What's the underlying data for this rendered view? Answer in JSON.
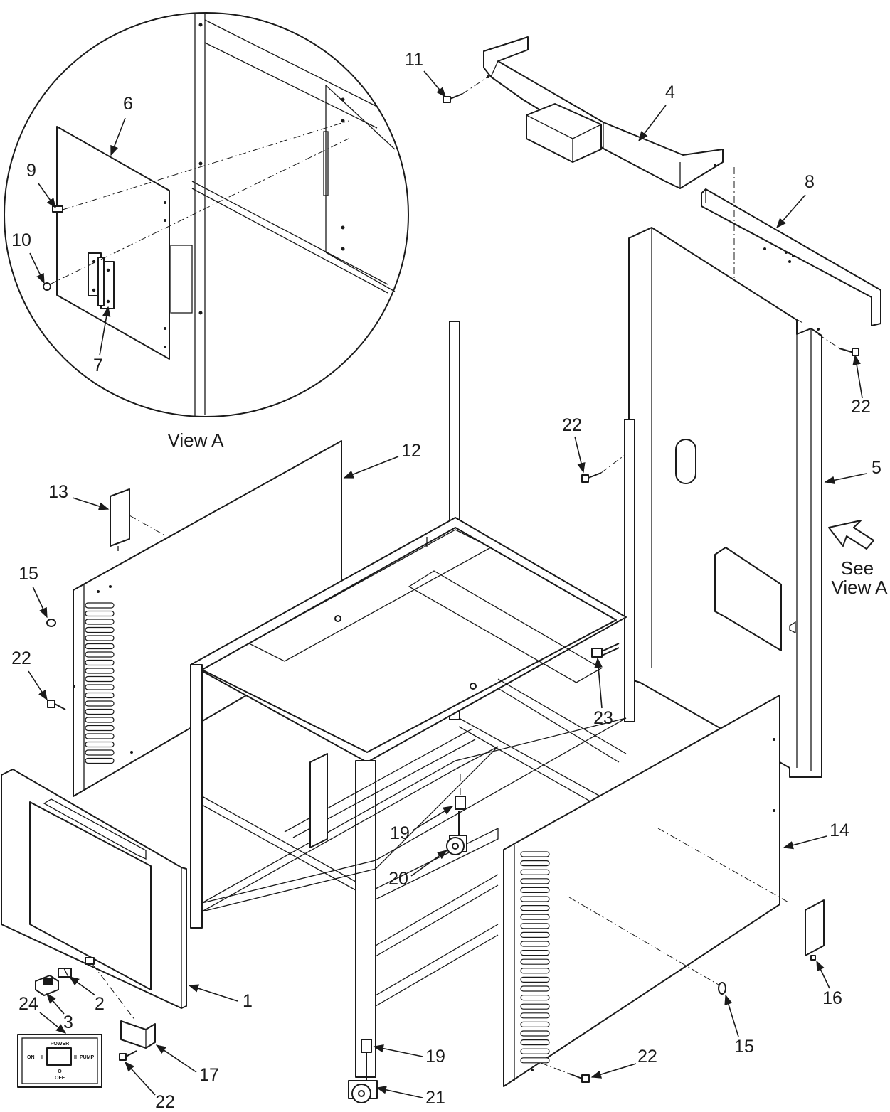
{
  "view_caption": "View A",
  "see_note": [
    "See",
    "View A"
  ],
  "callouts": [
    "11",
    "4",
    "8",
    "22",
    "5",
    "12",
    "13",
    "15",
    "22",
    "23",
    "19",
    "20",
    "14",
    "16",
    "15",
    "22",
    "24",
    "3",
    "2",
    "1",
    "17",
    "22",
    "19",
    "21",
    "6",
    "9",
    "10",
    "7",
    "22"
  ],
  "switch_plate": {
    "title": "POWER",
    "left": "ON",
    "left_mark": "I",
    "right_mark": "II",
    "right": "PUMP",
    "bottom_mark": "O",
    "bottom": "OFF"
  }
}
